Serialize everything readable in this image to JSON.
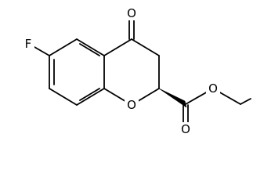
{
  "molecule": {
    "atoms": {
      "fluorine": "F",
      "ketone_oxygen": "O",
      "ring_oxygen": "O",
      "carbonyl_oxygen": "O",
      "ester_oxygen": "O"
    },
    "stereo_bond": "wedge"
  }
}
